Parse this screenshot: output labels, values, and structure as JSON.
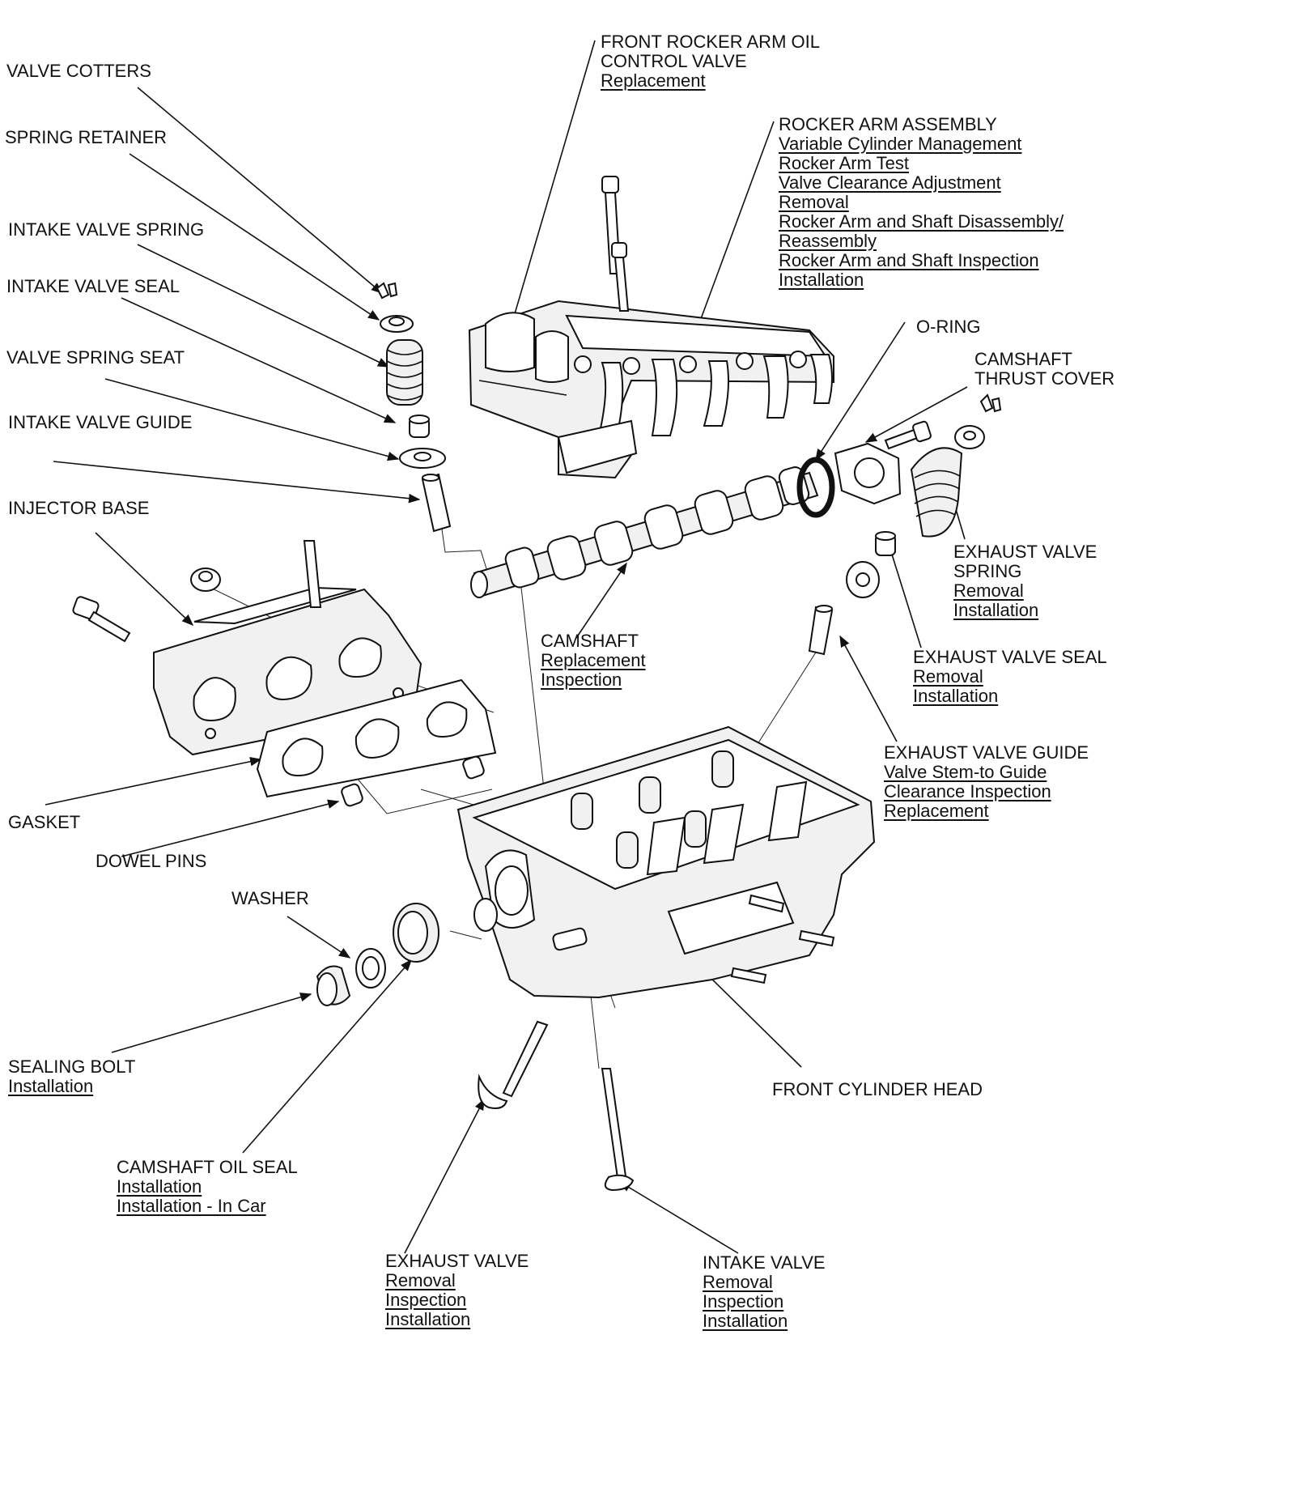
{
  "labels": {
    "valve_cotters": {
      "title": [
        "VALVE COTTERS"
      ],
      "links": []
    },
    "spring_retainer": {
      "title": [
        "SPRING RETAINER"
      ],
      "links": []
    },
    "intake_valve_spring": {
      "title": [
        "INTAKE VALVE SPRING"
      ],
      "links": []
    },
    "intake_valve_seal": {
      "title": [
        "INTAKE VALVE SEAL"
      ],
      "links": []
    },
    "valve_spring_seat": {
      "title": [
        "VALVE SPRING SEAT"
      ],
      "links": []
    },
    "intake_valve_guide": {
      "title": [
        "INTAKE VALVE GUIDE"
      ],
      "links": []
    },
    "injector_base": {
      "title": [
        "INJECTOR BASE"
      ],
      "links": []
    },
    "gasket": {
      "title": [
        "GASKET"
      ],
      "links": []
    },
    "dowel_pins": {
      "title": [
        "DOWEL PINS"
      ],
      "links": []
    },
    "washer": {
      "title": [
        "WASHER"
      ],
      "links": []
    },
    "sealing_bolt": {
      "title": [
        "SEALING BOLT"
      ],
      "links": [
        "Installation"
      ]
    },
    "camshaft_oil_seal": {
      "title": [
        "CAMSHAFT OIL SEAL"
      ],
      "links": [
        "Installation",
        "Installation - In Car"
      ]
    },
    "exhaust_valve": {
      "title": [
        "EXHAUST VALVE"
      ],
      "links": [
        "Removal",
        "Inspection",
        "Installation"
      ]
    },
    "intake_valve": {
      "title": [
        "INTAKE VALVE"
      ],
      "links": [
        "Removal",
        "Inspection",
        "Installation"
      ]
    },
    "front_cylinder_head": {
      "title": [
        "FRONT CYLINDER HEAD"
      ],
      "links": []
    },
    "exhaust_valve_guide": {
      "title": [
        "EXHAUST VALVE GUIDE"
      ],
      "links": [
        "Valve Stem-to Guide",
        "Clearance Inspection",
        "Replacement"
      ]
    },
    "exhaust_valve_seal": {
      "title": [
        "EXHAUST VALVE SEAL"
      ],
      "links": [
        "Removal",
        "Installation"
      ]
    },
    "exhaust_valve_spring": {
      "title": [
        "EXHAUST VALVE",
        "SPRING"
      ],
      "links": [
        "Removal",
        "Installation"
      ]
    },
    "camshaft": {
      "title": [
        "CAMSHAFT"
      ],
      "links": [
        "Replacement",
        "Inspection"
      ]
    },
    "camshaft_thrust_cover": {
      "title": [
        "CAMSHAFT",
        "THRUST COVER"
      ],
      "links": []
    },
    "o_ring": {
      "title": [
        "O-RING"
      ],
      "links": []
    },
    "rocker_arm_assembly": {
      "title": [
        "ROCKER ARM ASSEMBLY"
      ],
      "links": [
        "Variable Cylinder Management",
        "Rocker Arm Test",
        "Valve Clearance Adjustment",
        "Removal",
        "Rocker Arm and Shaft Disassembly/",
        "Reassembly",
        "Rocker Arm and Shaft Inspection",
        "Installation"
      ]
    },
    "front_rocker_arm_oil_control_valve": {
      "title": [
        "FRONT ROCKER ARM OIL",
        "CONTROL VALVE"
      ],
      "links": [
        "Replacement"
      ]
    }
  }
}
